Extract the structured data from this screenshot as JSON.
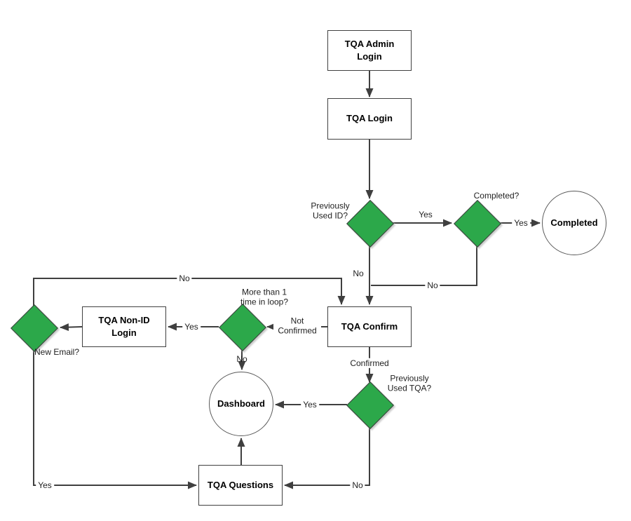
{
  "diagram": {
    "description": "TQA login flowchart",
    "colors": {
      "decision_fill": "#2ca84a",
      "connector": "#3f3f3f",
      "shape_border": "#404040",
      "shape_fill": "#ffffff",
      "background": "#ffffff"
    },
    "nodes": {
      "admin_login": {
        "type": "process",
        "label": "TQA Admin Login"
      },
      "login": {
        "type": "process",
        "label": "TQA Login"
      },
      "prev_used_id": {
        "type": "decision",
        "label": "Previously Used ID?"
      },
      "completed_q": {
        "type": "decision",
        "label": "Completed?"
      },
      "completed_end": {
        "type": "terminator",
        "label": "Completed"
      },
      "confirm": {
        "type": "process",
        "label": "TQA Confirm"
      },
      "loop_check": {
        "type": "decision",
        "label": "More than 1 time in loop?"
      },
      "non_id_login": {
        "type": "process",
        "label": "TQA Non-ID Login"
      },
      "new_email": {
        "type": "decision",
        "label": "New Email?"
      },
      "dashboard": {
        "type": "terminator",
        "label": "Dashboard"
      },
      "prev_used_tqa": {
        "type": "decision",
        "label": "Previously Used TQA?"
      },
      "questions": {
        "type": "process",
        "label": "TQA Questions"
      }
    },
    "edges": [
      {
        "from": "admin_login",
        "to": "login",
        "label": ""
      },
      {
        "from": "login",
        "to": "prev_used_id",
        "label": ""
      },
      {
        "from": "prev_used_id",
        "to": "completed_q",
        "label": "Yes"
      },
      {
        "from": "completed_q",
        "to": "completed_end",
        "label": "Yes"
      },
      {
        "from": "prev_used_id",
        "to": "confirm",
        "label": "No"
      },
      {
        "from": "completed_q",
        "to": "confirm",
        "label": "No"
      },
      {
        "from": "confirm",
        "to": "loop_check",
        "label": "Not Confirmed"
      },
      {
        "from": "loop_check",
        "to": "non_id_login",
        "label": "Yes"
      },
      {
        "from": "non_id_login",
        "to": "new_email",
        "label": ""
      },
      {
        "from": "new_email",
        "to": "confirm",
        "label": "No"
      },
      {
        "from": "loop_check",
        "to": "dashboard",
        "label": "No"
      },
      {
        "from": "confirm",
        "to": "prev_used_tqa",
        "label": "Confirmed"
      },
      {
        "from": "prev_used_tqa",
        "to": "dashboard",
        "label": "Yes"
      },
      {
        "from": "prev_used_tqa",
        "to": "questions",
        "label": "No"
      },
      {
        "from": "new_email",
        "to": "questions",
        "label": "Yes"
      },
      {
        "from": "questions",
        "to": "dashboard",
        "label": ""
      }
    ]
  }
}
